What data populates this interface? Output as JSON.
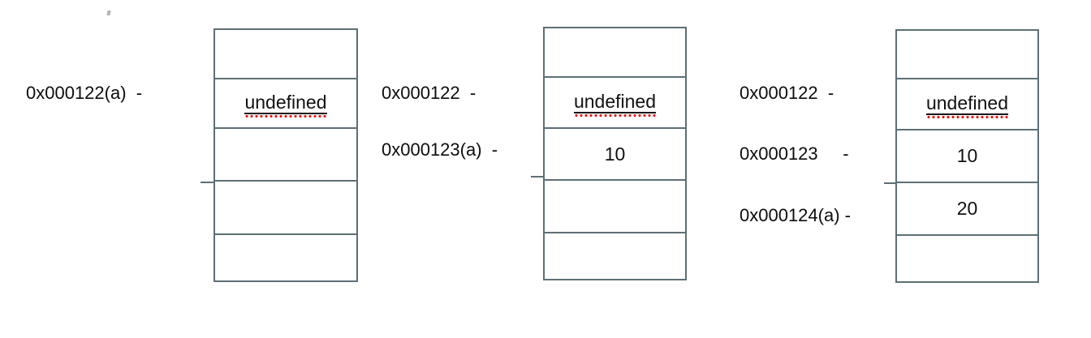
{
  "figure": {
    "title": "",
    "type": "memory-layout-diagram",
    "background": "#ffffff",
    "border_color": "#5d6f75",
    "text_color": "#0d0d0d",
    "spellcheck_color": "#ee1111"
  },
  "panels": [
    {
      "id": "panel-1",
      "labels": [
        {
          "text": "0x000122(a)  -"
        }
      ],
      "cells": [
        {
          "value": ""
        },
        {
          "value": "undefined",
          "spellchecked": true
        },
        {
          "value": ""
        },
        {
          "value": ""
        },
        {
          "value": ""
        }
      ]
    },
    {
      "id": "panel-2",
      "labels": [
        {
          "text": "0x000122  -"
        },
        {
          "text": "0x000123(a)  -"
        }
      ],
      "cells": [
        {
          "value": ""
        },
        {
          "value": "undefined",
          "spellchecked": true
        },
        {
          "value": "10"
        },
        {
          "value": ""
        },
        {
          "value": ""
        }
      ]
    },
    {
      "id": "panel-3",
      "labels": [
        {
          "text": "0x000122  -"
        },
        {
          "text": "0x000123     -"
        },
        {
          "text": "0x000124(a) -"
        }
      ],
      "cells": [
        {
          "value": ""
        },
        {
          "value": "undefined",
          "spellchecked": true
        },
        {
          "value": "10"
        },
        {
          "value": "20"
        },
        {
          "value": ""
        }
      ]
    }
  ]
}
